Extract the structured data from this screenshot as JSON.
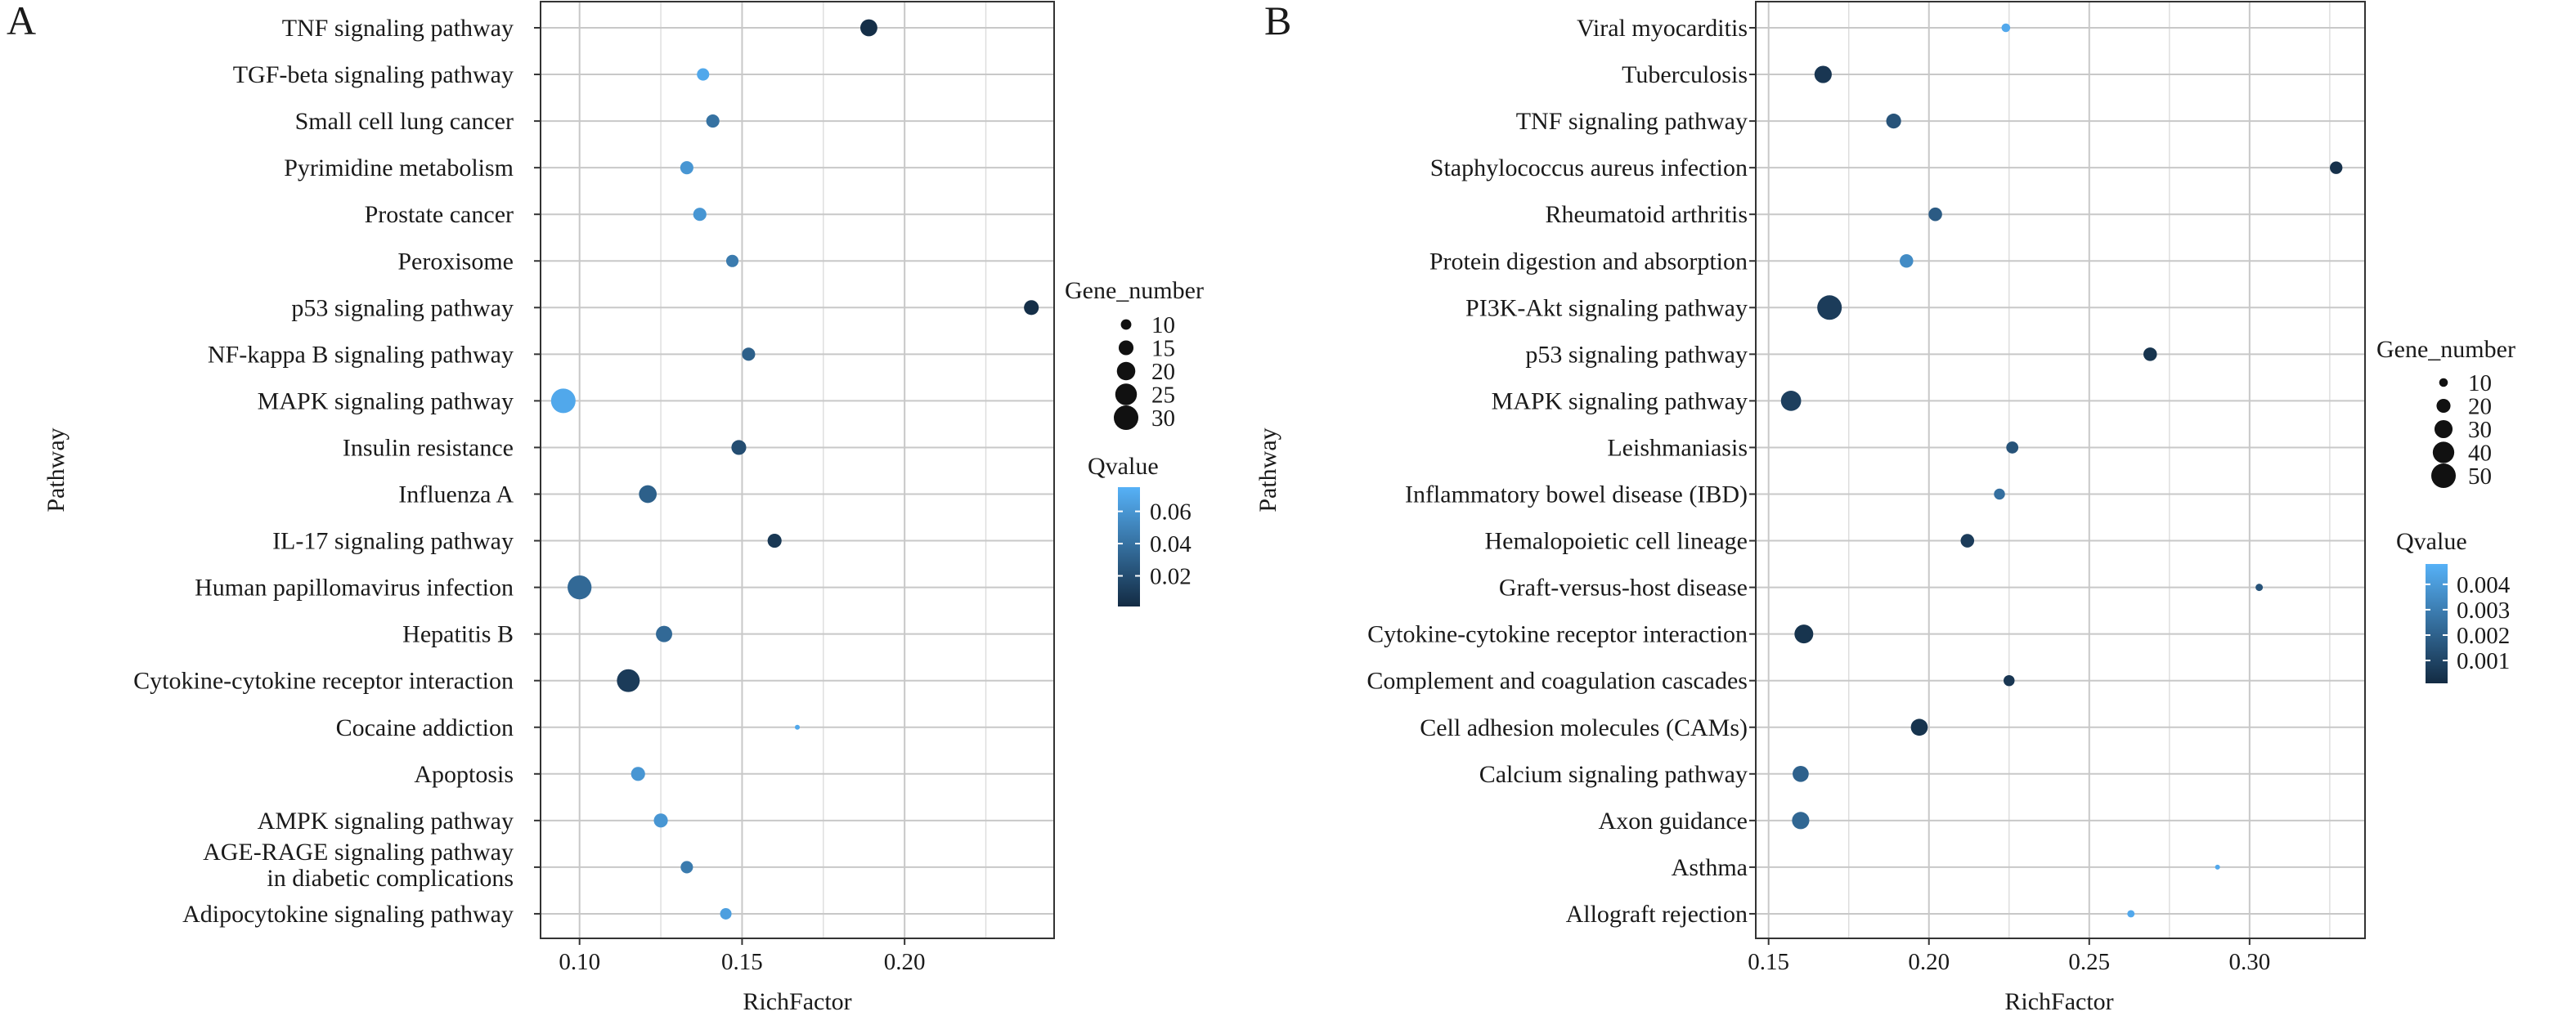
{
  "panels": [
    {
      "panel_label": "A",
      "xlabel": "RichFactor",
      "ylabel": "Pathway",
      "xlim": [
        0.088,
        0.246
      ],
      "xticks": [
        0.1,
        0.15,
        0.2
      ],
      "xtick_labels": [
        "0.10",
        "0.15",
        "0.20"
      ],
      "size_legend": {
        "title": "Gene_number",
        "values": [
          10,
          15,
          20,
          25,
          30
        ],
        "labels": [
          "10",
          "15",
          "20",
          "25",
          "30"
        ]
      },
      "color_legend": {
        "title": "Qvalue",
        "range": [
          0.001,
          0.075
        ],
        "ticks": [
          0.06,
          0.04,
          0.02
        ],
        "tick_labels": [
          "0.06",
          "0.04",
          "0.02"
        ]
      }
    },
    {
      "panel_label": "B",
      "xlabel": "RichFactor",
      "ylabel": "Pathway",
      "xlim": [
        0.146,
        0.336
      ],
      "xticks": [
        0.15,
        0.2,
        0.25,
        0.3
      ],
      "xtick_labels": [
        "0.15",
        "0.20",
        "0.25",
        "0.30"
      ],
      "size_legend": {
        "title": "Gene_number",
        "values": [
          10,
          20,
          30,
          40,
          50
        ],
        "labels": [
          "10",
          "20",
          "30",
          "40",
          "50"
        ]
      },
      "color_legend": {
        "title": "Qvalue",
        "range": [
          0.0001,
          0.0048
        ],
        "ticks": [
          0.004,
          0.003,
          0.002,
          0.001
        ],
        "tick_labels": [
          "0.004",
          "0.003",
          "0.002",
          "0.001"
        ]
      }
    }
  ],
  "chart_data": [
    {
      "type": "scatter",
      "categories": [
        "TNF signaling pathway",
        "TGF-beta signaling pathway",
        "Small cell lung cancer",
        "Pyrimidine metabolism",
        "Prostate cancer",
        "Peroxisome",
        "p53 signaling pathway",
        "NF-kappa B signaling pathway",
        "MAPK signaling pathway",
        "Insulin resistance",
        "Influenza A",
        "IL-17 signaling pathway",
        "Human papillomavirus infection",
        "Hepatitis B",
        "Cytokine-cytokine receptor interaction",
        "Cocaine addiction",
        "Apoptosis",
        "AMPK signaling pathway",
        [
          "AGE-RAGE signaling pathway",
          "in diabetic complications"
        ],
        "Adipocytokine signaling pathway"
      ],
      "x": [
        0.189,
        0.138,
        0.141,
        0.133,
        0.137,
        0.147,
        0.239,
        0.152,
        0.095,
        0.149,
        0.121,
        0.16,
        0.1,
        0.126,
        0.115,
        0.167,
        0.118,
        0.125,
        0.133,
        0.145
      ],
      "gene_number": [
        18,
        12,
        13,
        13,
        13,
        12,
        15,
        13,
        30,
        15,
        19,
        14,
        29,
        17,
        27,
        5,
        14,
        14,
        12,
        11
      ],
      "qvalue": [
        0.003,
        0.07,
        0.04,
        0.06,
        0.06,
        0.045,
        0.003,
        0.03,
        0.07,
        0.02,
        0.03,
        0.008,
        0.035,
        0.035,
        0.01,
        0.07,
        0.06,
        0.06,
        0.045,
        0.065
      ],
      "xlabel": "RichFactor",
      "ylabel": "Pathway"
    },
    {
      "type": "scatter",
      "categories": [
        "Viral myocarditis",
        "Tuberculosis",
        "TNF signaling pathway",
        "Staphylococcus aureus infection",
        "Rheumatoid arthritis",
        "Protein digestion and absorption",
        "PI3K-Akt signaling pathway",
        "p53 signaling pathway",
        "MAPK signaling pathway",
        "Leishmaniasis",
        "Inflammatory bowel disease (IBD)",
        "Hemalopoietic cell lineage",
        "Graft-versus-host disease",
        "Cytokine-cytokine receptor interaction",
        "Complement and coagulation cascades",
        "Cell adhesion molecules (CAMs)",
        "Calcium signaling pathway",
        "Axon guidance",
        "Asthma",
        "Allograft rejection"
      ],
      "x": [
        0.224,
        0.167,
        0.189,
        0.327,
        0.202,
        0.193,
        0.169,
        0.269,
        0.157,
        0.226,
        0.222,
        0.212,
        0.303,
        0.161,
        0.225,
        0.197,
        0.16,
        0.16,
        0.29,
        0.263
      ],
      "gene_number": [
        10,
        28,
        22,
        17,
        19,
        19,
        50,
        19,
        36,
        16,
        14,
        19,
        8,
        32,
        14,
        27,
        25,
        28,
        5,
        8
      ],
      "qvalue": [
        0.0045,
        0.0005,
        0.0015,
        0.0003,
        0.0018,
        0.0035,
        0.0007,
        0.0004,
        0.0008,
        0.0015,
        0.0025,
        0.0007,
        0.0015,
        0.0004,
        0.0005,
        0.0004,
        0.002,
        0.0022,
        0.0045,
        0.0045
      ],
      "xlabel": "RichFactor",
      "ylabel": "Pathway"
    }
  ]
}
